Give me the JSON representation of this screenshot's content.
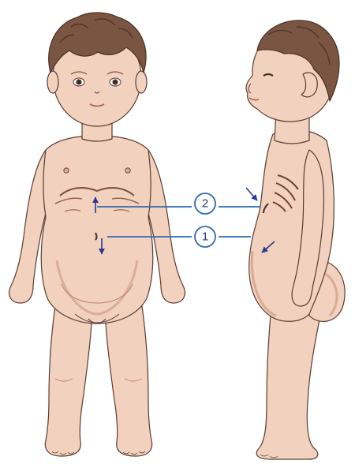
{
  "figure": {
    "views": [
      "front-view",
      "side-view"
    ],
    "callouts": [
      {
        "label": "2",
        "meaning": "upward-arrow-and-chest-retraction"
      },
      {
        "label": "1",
        "meaning": "downward-arrow-and-abdominal-distension"
      }
    ],
    "colors": {
      "skin": "#f2d1be",
      "skin_shade": "#dfa98f",
      "outline": "#5a3c32",
      "hair": "#7a5542",
      "hair_dark": "#4a3026",
      "callout_line": "#2f6ab0",
      "arrow": "#2a3a94"
    }
  }
}
